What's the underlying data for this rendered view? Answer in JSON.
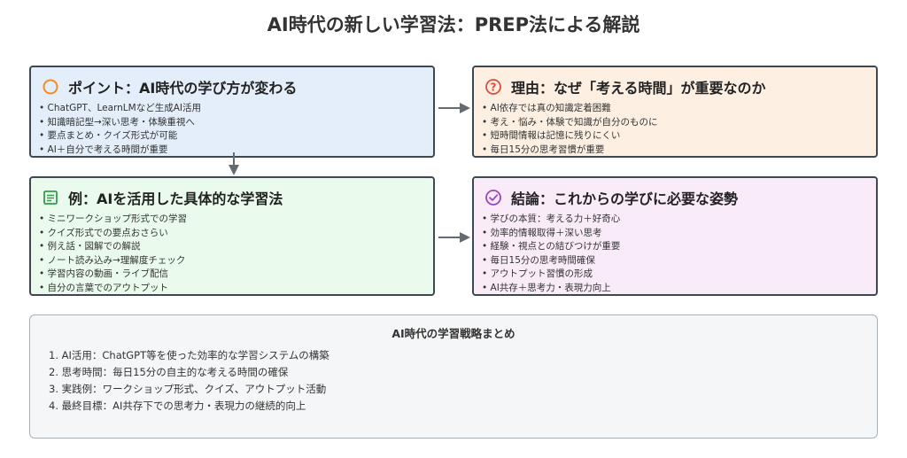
{
  "title": "AI時代の新しい学習法：PREP法による解説",
  "colors": {
    "point_bg": "#e3eefa",
    "reason_bg": "#fdf0e3",
    "example_bg": "#eafaec",
    "conclusion_bg": "#f9ecf8",
    "border": "#3d4852",
    "arrow": "#646b73",
    "icon_point": "#f28c1f",
    "icon_reason": "#e3493c",
    "icon_example": "#2e9e4a",
    "icon_conclusion": "#9b45c2"
  },
  "point": {
    "icon": "circle-icon",
    "heading": "ポイント：AI時代の学び方が変わる",
    "items": [
      "ChatGPT、LearnLMなど生成AI活用",
      "知識暗記型→深い思考・体験重視へ",
      "要点まとめ・クイズ形式が可能",
      "AI＋自分で考える時間が重要"
    ]
  },
  "reason": {
    "icon": "question-icon",
    "heading": "理由：なぜ「考える時間」が重要なのか",
    "items": [
      "AI依存では真の知識定着困難",
      "考え・悩み・体験で知識が自分のものに",
      "短時間情報は記憶に残りにくい",
      "毎日15分の思考習慣が重要"
    ]
  },
  "example": {
    "icon": "document-icon",
    "heading": "例：AIを活用した具体的な学習法",
    "items": [
      "ミニワークショップ形式での学習",
      "クイズ形式での要点おさらい",
      "例え話・図解での解説",
      "ノート読み込み→理解度チェック",
      "学習内容の動画・ライブ配信",
      "自分の言葉でのアウトプット"
    ]
  },
  "conclusion": {
    "icon": "check-circle-icon",
    "heading": "結論：これからの学びに必要な姿勢",
    "items": [
      "学びの本質：考える力＋好奇心",
      "効率的情報取得＋深い思考",
      "経験・視点との結びつけが重要",
      "毎日15分の思考時間確保",
      "アウトプット習慣の形成",
      "AI共存＋思考力・表現力向上"
    ]
  },
  "summary": {
    "title": "AI時代の学習戦略まとめ",
    "items": [
      "1. AI活用：ChatGPT等を使った効率的な学習システムの構築",
      "2. 思考時間：毎日15分の自主的な考える時間の確保",
      "3. 実践例：ワークショップ形式、クイズ、アウトプット活動",
      "4. 最終目標：AI共存下での思考力・表現力の継続的向上"
    ]
  }
}
